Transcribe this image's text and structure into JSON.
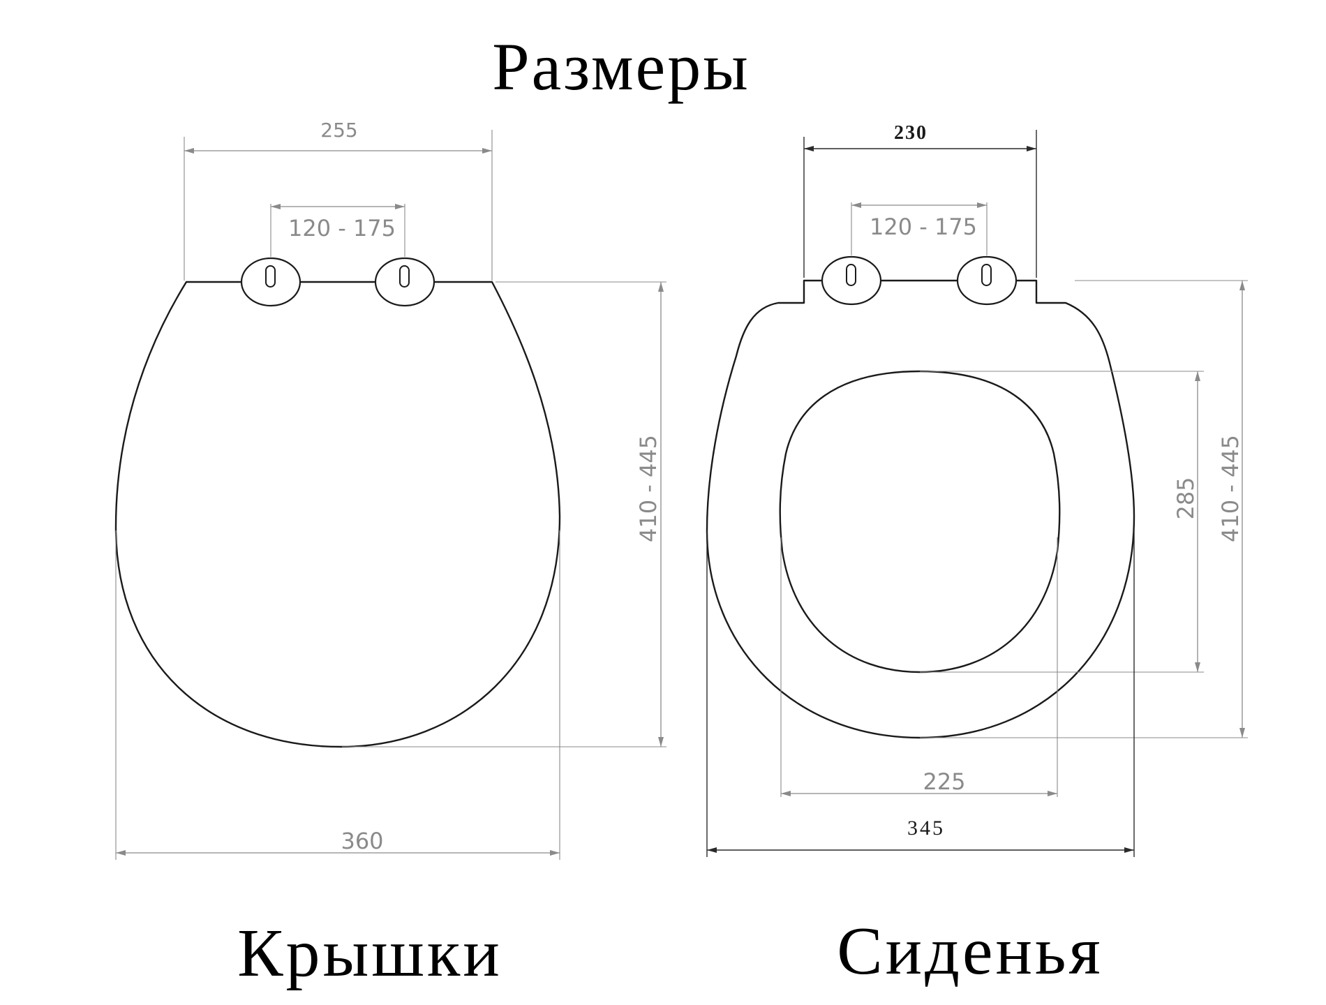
{
  "title": "Размеры",
  "lid": {
    "heading": "Крышки",
    "dimensions": {
      "top_width": "255",
      "hinge_spacing": "120 - 175",
      "length": "410 - 445",
      "overall_width": "360"
    }
  },
  "seat": {
    "heading": "Сиденья",
    "dimensions": {
      "top_width": "230",
      "hinge_spacing": "120 - 175",
      "inner_length": "285",
      "length": "410 - 445",
      "inner_width": "225",
      "overall_width": "345"
    }
  }
}
